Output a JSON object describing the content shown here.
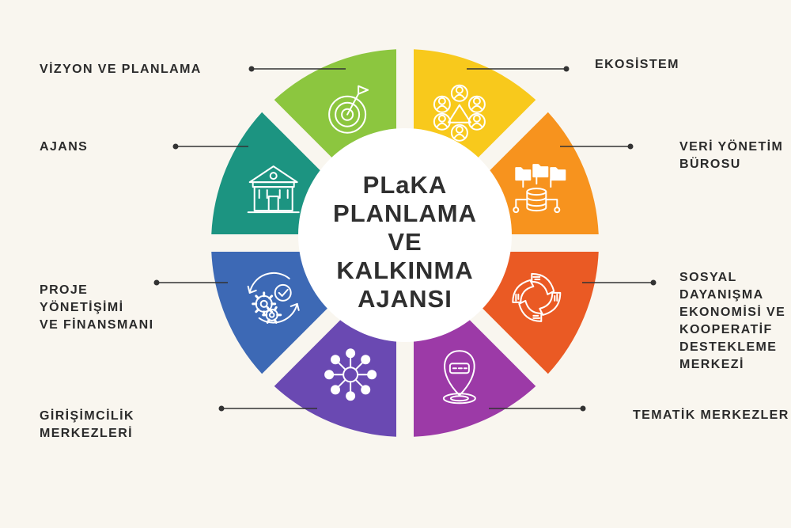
{
  "center": {
    "lines": [
      "PLaKA",
      "PLANLAMA",
      "VE",
      "KALKINMA",
      "AJANSI"
    ]
  },
  "segments": [
    {
      "id": "vizyon",
      "label": "VİZYON VE PLANLAMA",
      "icon": "target-flag-icon",
      "color": "#8cc63f"
    },
    {
      "id": "ekosistem",
      "label": "EKOSİSTEM",
      "icon": "people-network-icon",
      "color": "#f8c91c"
    },
    {
      "id": "veri",
      "label": "VERİ YÖNETİM\nBÜROSU",
      "icon": "database-folders-icon",
      "color": "#f7931e"
    },
    {
      "id": "sosyal",
      "label": "SOSYAL\nDAYANIŞMA\nEKONOMİSİ VE\nKOOPERATİF\nDESTEKLEME\nMERKEZİ",
      "icon": "joined-hands-icon",
      "color": "#ea5a24"
    },
    {
      "id": "tematik",
      "label": "TEMATİK MERKEZLER",
      "icon": "location-pin-icon",
      "color": "#9c3aa7"
    },
    {
      "id": "girisim",
      "label": "GİRİŞİMCİLİK\nMERKEZLERİ",
      "icon": "hub-network-icon",
      "color": "#6a49b2"
    },
    {
      "id": "proje",
      "label": "PROJE\nYÖNETİŞİMİ\nVE FİNANSMANI",
      "icon": "gears-check-icon",
      "color": "#3d69b5"
    },
    {
      "id": "ajans",
      "label": "AJANS",
      "icon": "building-icon",
      "color": "#1c9481"
    }
  ]
}
